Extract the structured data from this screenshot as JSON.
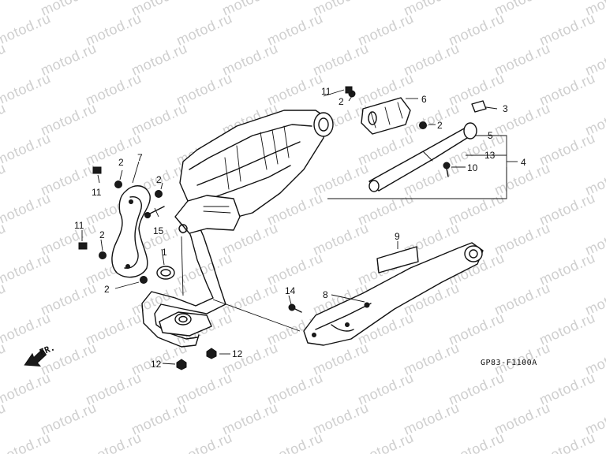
{
  "watermark": {
    "text": "motod.ru"
  },
  "diagram_code": "GP83-F1100A",
  "direction_label": "FR.",
  "callouts": {
    "c1": "1",
    "c2a": "2",
    "c2b": "2",
    "c2c": "2",
    "c2d": "2",
    "c2e": "2",
    "c2f": "2",
    "c3": "3",
    "c4": "4",
    "c5": "5",
    "c6": "6",
    "c7": "7",
    "c8": "8",
    "c9": "9",
    "c10": "10",
    "c11a": "11",
    "c11b": "11",
    "c11c": "11",
    "c12a": "12",
    "c12b": "12",
    "c13": "13",
    "c14": "14",
    "c15": "15"
  },
  "colors": {
    "ink": "#111111",
    "watermark": "#cfcfcf",
    "background": "#ffffff"
  }
}
